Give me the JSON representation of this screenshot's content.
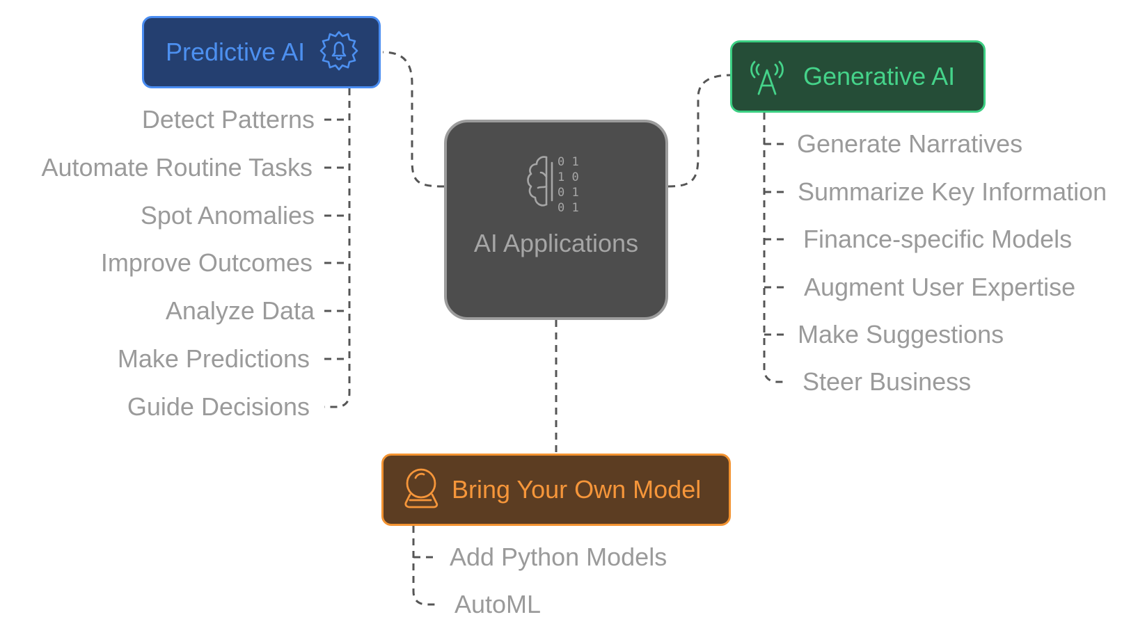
{
  "center": {
    "title": "AI Applications",
    "icon": "brain-binary-icon"
  },
  "predictive_ai": {
    "title": "Predictive AI",
    "icon": "gear-bell-icon",
    "items": [
      "Detect Patterns",
      "Automate Routine Tasks",
      "Spot Anomalies",
      "Improve Outcomes",
      "Analyze Data",
      "Make Predictions",
      "Guide Decisions"
    ]
  },
  "generative_ai": {
    "title": "Generative AI",
    "icon": "signal-a-icon",
    "items": [
      "Generate Narratives",
      "Summarize Key Information",
      "Finance-specific Models",
      "Augment User Expertise",
      "Make Suggestions",
      "Steer Business"
    ]
  },
  "byom": {
    "title": "Bring Your Own Model",
    "icon": "crystal-ball-icon",
    "items": [
      "Add Python Models",
      "AutoML"
    ]
  },
  "colors": {
    "predictive_fill": "#243f70",
    "predictive_accent": "#4a8df2",
    "generative_fill": "#254d37",
    "generative_accent": "#3ccf83",
    "byom_fill": "#5c3d22",
    "byom_accent": "#f39331",
    "center_fill": "#4d4d4d",
    "center_border": "#9c9c9c",
    "item_text": "#9a9a9a",
    "connector": "#555555"
  }
}
